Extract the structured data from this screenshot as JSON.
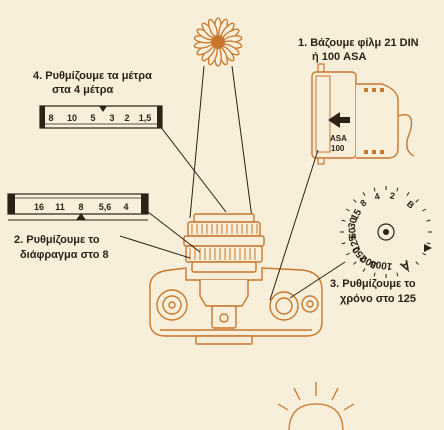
{
  "colors": {
    "ink": "#2e2115",
    "accent": "#c9772d",
    "background": "#f7efd9"
  },
  "steps": {
    "film_line1": "1. Βάζουμε φίλμ 21 DIN",
    "film_line2": "ή 100 ASA",
    "aperture_line1": "2. Ρυθμίζουμε το",
    "aperture_line2": "διάφραγμα στο 8",
    "shutter_line1": "3. Ρυθμίζουμε το",
    "shutter_line2": "χρόνο στο 125",
    "distance_line1": "4. Ρυθμίζουμε τα μέτρα",
    "distance_line2": "στα 4 μέτρα"
  },
  "distance_scale": [
    "8",
    "10",
    "5",
    "3",
    "2",
    "1,5"
  ],
  "aperture_scale": [
    "16",
    "11",
    "8",
    "5,6",
    "4"
  ],
  "film_box": {
    "asa_label": "ASA",
    "asa_value": "100"
  },
  "shutter_dial": {
    "values": [
      "15",
      "30",
      "60",
      "125",
      "250",
      "500",
      "1000"
    ],
    "extra_marks": [
      "8",
      "4",
      "2",
      "B"
    ],
    "selector_letter": "A"
  }
}
